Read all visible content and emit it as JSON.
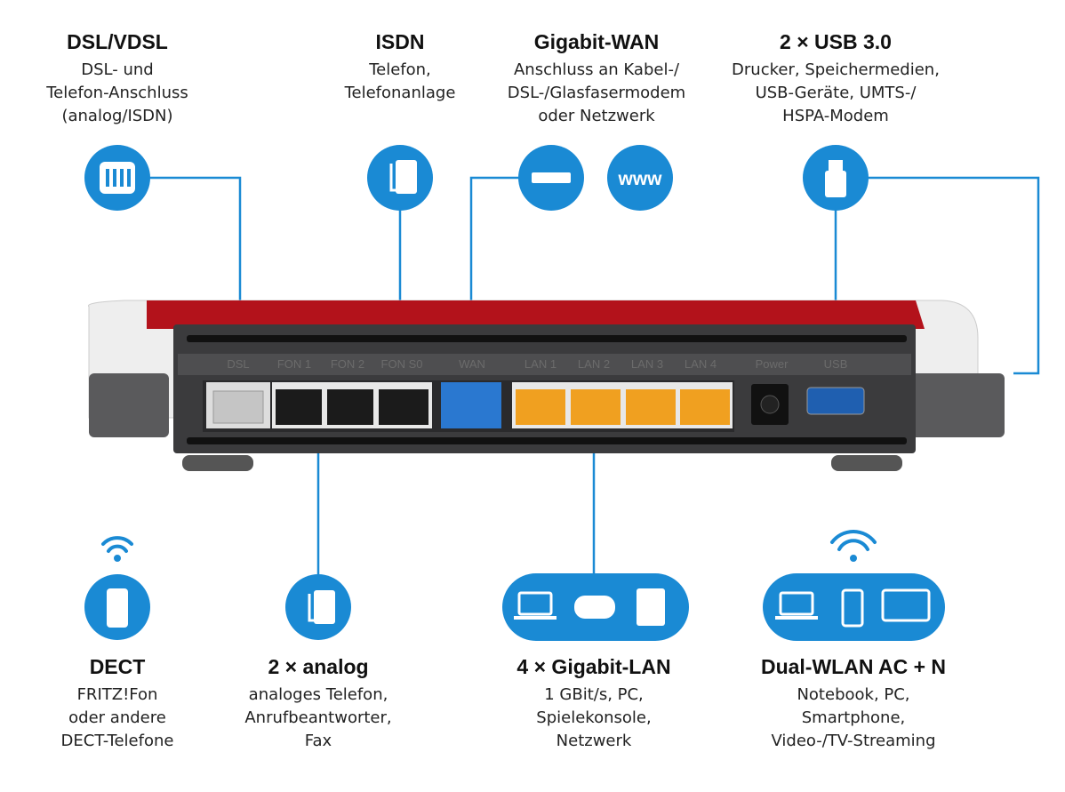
{
  "top": [
    {
      "title": "DSL/VDSL",
      "lines": [
        "DSL- und",
        "Telefon-Anschluss",
        "(analog/ISDN)"
      ],
      "icons": [
        "dsl-socket-icon"
      ]
    },
    {
      "title": "ISDN",
      "lines": [
        "Telefon,",
        "Telefonanlage"
      ],
      "icons": [
        "desk-phone-icon"
      ]
    },
    {
      "title": "Gigabit-WAN",
      "lines": [
        "Anschluss an Kabel-/",
        "DSL-/Glasfasermodem",
        "oder Netzwerk"
      ],
      "icons": [
        "modem-icon",
        "www-icon"
      ],
      "www_label": "www"
    },
    {
      "title": "2 × USB 3.0",
      "lines": [
        "Drucker, Speichermedien,",
        "USB-Geräte, UMTS-/",
        "HSPA-Modem"
      ],
      "icons": [
        "usb-stick-icon"
      ]
    }
  ],
  "bottom": [
    {
      "title": "DECT",
      "lines": [
        "FRITZ!Fon",
        "oder andere",
        "DECT-Telefone"
      ],
      "icons": [
        "wireless-icon",
        "cordless-phone-icon"
      ]
    },
    {
      "title": "2 × analog",
      "lines": [
        "analoges Telefon,",
        "Anrufbeantworter,",
        "Fax"
      ],
      "icons": [
        "desk-phone-icon"
      ]
    },
    {
      "title": "4 × Gigabit-LAN",
      "lines": [
        "1 GBit/s, PC,",
        "Spielekonsole,",
        "Netzwerk"
      ],
      "icons": [
        "laptop-icon",
        "gamepad-icon",
        "server-icon"
      ]
    },
    {
      "title": "Dual-WLAN AC + N",
      "lines": [
        "Notebook, PC,",
        "Smartphone,",
        "Video-/TV-Streaming"
      ],
      "icons": [
        "wifi-icon",
        "laptop-icon",
        "smartphone-icon",
        "monitor-icon"
      ]
    }
  ],
  "ports": [
    "DSL",
    "FON 1",
    "FON 2",
    "FON S0",
    "WAN",
    "LAN 1",
    "LAN 2",
    "LAN 3",
    "LAN 4",
    "Power",
    "USB"
  ],
  "colors": {
    "accent": "#1a8ad4",
    "router_red": "#b3121b",
    "body": "#3b3b3d",
    "lan": "#f0a020",
    "wan": "#2a78d0"
  }
}
